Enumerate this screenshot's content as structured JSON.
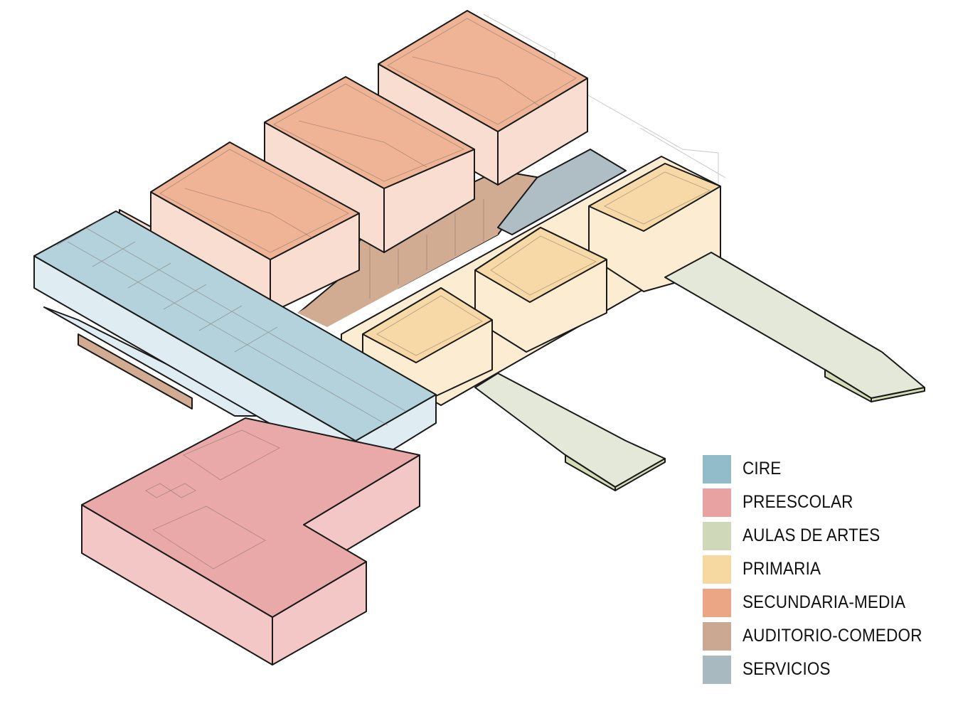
{
  "legend": {
    "items": [
      {
        "key": "cire",
        "label": "CIRE",
        "color": "#93bccb"
      },
      {
        "key": "preescolar",
        "label": "PREESCOLAR",
        "color": "#e8a2a2"
      },
      {
        "key": "aulas_artes",
        "label": "AULAS DE ARTES",
        "color": "#cfd8b8"
      },
      {
        "key": "primaria",
        "label": "PRIMARIA",
        "color": "#f5d9a0"
      },
      {
        "key": "secundaria_media",
        "label": "SECUNDARIA-MEDIA",
        "color": "#eba785"
      },
      {
        "key": "auditorio_comedor",
        "label": "AUDITORIO-COMEDOR",
        "color": "#caa892"
      },
      {
        "key": "servicios",
        "label": "SERVICIOS",
        "color": "#a9b9c0"
      }
    ]
  },
  "palette": {
    "cire_top": "#b3d2dc",
    "cire_side": "#dfedf2",
    "preescolar_top": "#e9a9a8",
    "preescolar_side": "#f3c7c6",
    "secundaria_top": "#efb496",
    "secundaria_side": "#f8ddd0",
    "primaria_top": "#f6d9a6",
    "primaria_side": "#fbecd2",
    "artes_top": "#e3e8d8",
    "artes_side": "#d3ddb6",
    "auditorio": "#d2ab93",
    "servicios": "#afbec4"
  }
}
